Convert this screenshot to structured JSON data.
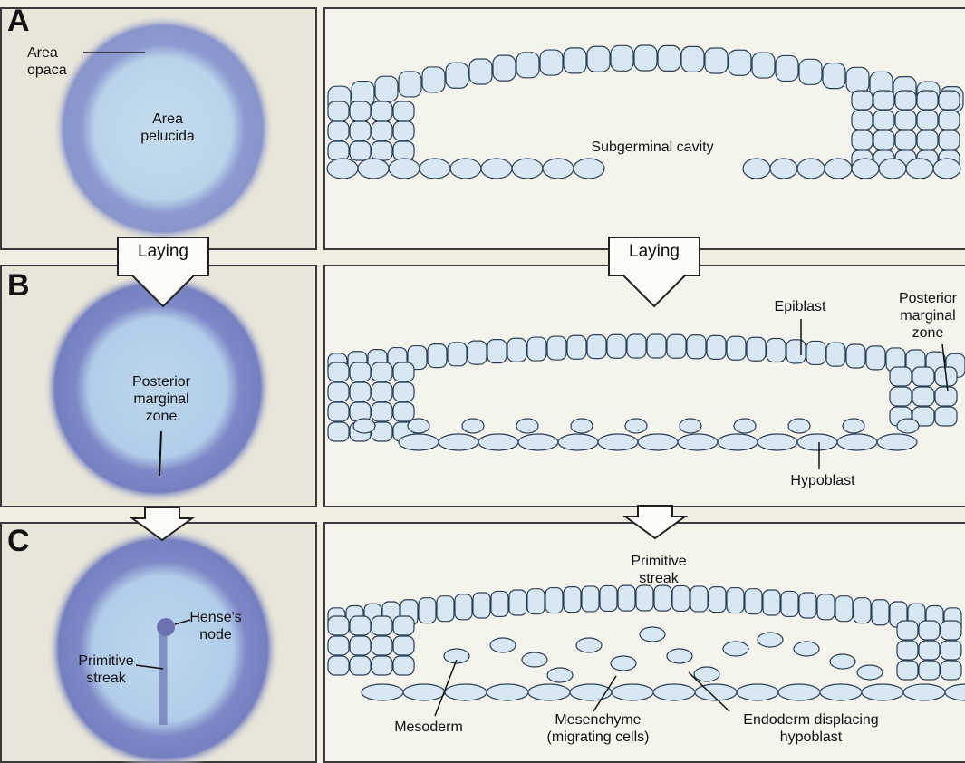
{
  "panels": {
    "a": {
      "letter": "A",
      "area_opaca": "Area\nopaca",
      "area_pelucida": "Area\npelucida",
      "subgerminal_cavity": "Subgerminal cavity"
    },
    "b": {
      "letter": "B",
      "posterior_marginal_zone_left": "Posterior\nmarginal\nzone",
      "epiblast": "Epiblast",
      "posterior_marginal_zone_right": "Posterior\nmarginal\nzone",
      "hypoblast": "Hypoblast"
    },
    "c": {
      "letter": "C",
      "hensens_node": "Hense's\nnode",
      "primitive_streak_left": "Primitive\nstreak",
      "primitive_streak_right": "Primitive\nstreak",
      "mesoderm": "Mesoderm",
      "mesenchyme": "Mesenchyme\n(migrating cells)",
      "endoderm": "Endoderm displacing\nhypoblast"
    }
  },
  "arrows": {
    "laying_left": "Laying",
    "laying_right": "Laying"
  },
  "colors": {
    "disc_outer": "#7f8cc6",
    "disc_inner": "#bcd6ea",
    "cell_fill": "#d8e8f3",
    "cell_stroke": "#2a3e56"
  }
}
